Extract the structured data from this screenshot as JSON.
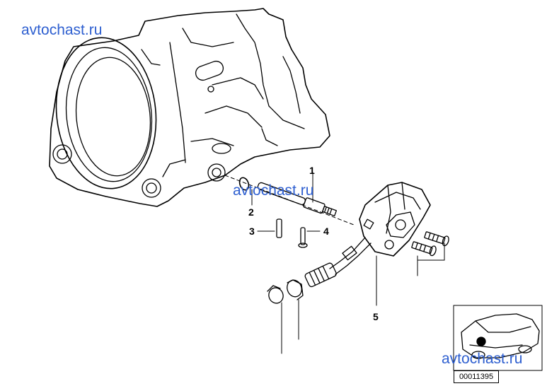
{
  "watermarks": [
    "avtochast.ru",
    "avtochast.ru",
    "avtochast.ru"
  ],
  "callouts": [
    "1",
    "2",
    "3",
    "4",
    "5"
  ],
  "diagram_code": "00011395",
  "colors": {
    "watermark": "#2e5fd0",
    "line": "#000000",
    "background": "#ffffff"
  },
  "icons": {
    "locator": "car-locator-icon"
  }
}
